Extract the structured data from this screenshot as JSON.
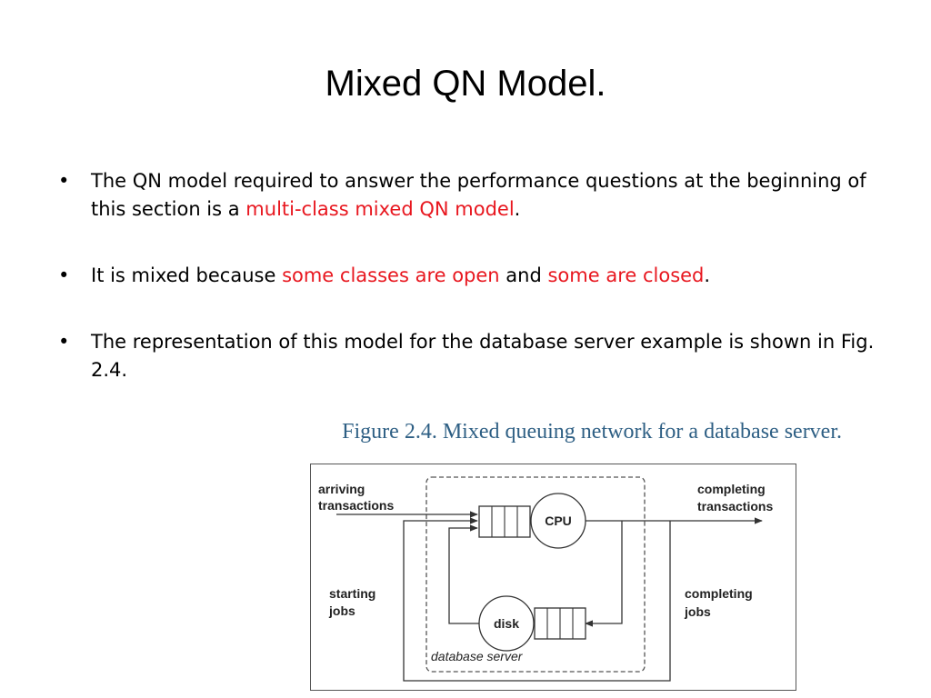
{
  "slide": {
    "title": "Mixed QN Model.",
    "bullets": [
      {
        "bullet": "•",
        "text_a": "The QN model required to answer the performance questions at the beginning of this section is a ",
        "highlight_1": "multi-class mixed QN model",
        "text_b": ".",
        "highlight_2": "",
        "text_c": ""
      },
      {
        "bullet": "•",
        "text_a": "It is mixed because ",
        "highlight_1": "some classes are open",
        "text_b": " and ",
        "highlight_2": "some are closed",
        "text_c": "."
      },
      {
        "bullet": "•",
        "text_a": "The representation of this model for the database server example is shown in Fig. 2.4.",
        "highlight_1": "",
        "text_b": "",
        "highlight_2": "",
        "text_c": ""
      }
    ],
    "caption": "Figure 2.4. Mixed queuing network for a database server."
  },
  "figure": {
    "arriving_1": "arriving",
    "arriving_2": "transactions",
    "completing_tx_1": "completing",
    "completing_tx_2": "transactions",
    "starting_1": "starting",
    "starting_2": "jobs",
    "completing_jobs_1": "completing",
    "completing_jobs_2": "jobs",
    "cpu": "CPU",
    "disk": "disk",
    "server": "database server"
  },
  "colors": {
    "highlight": "#e8171f",
    "caption": "#2e5f84"
  }
}
